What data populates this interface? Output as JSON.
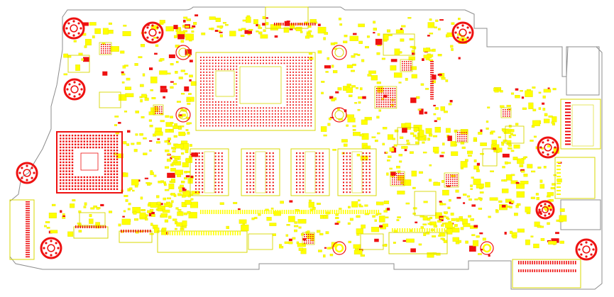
{
  "diagram": {
    "title": "",
    "colors": {
      "background": "#ffffff",
      "outline": "#8c8c8c",
      "component_outline": "#d8d800",
      "pad_yellow": "#ffff00",
      "pad_red": "#ee1111",
      "label_text": "#606060"
    },
    "components": {
      "cpu": {
        "kind": "bga-processor"
      },
      "gpu": {
        "kind": "bga-chip"
      },
      "memory": [
        {
          "kind": "memory-bga"
        },
        {
          "kind": "memory-bga"
        },
        {
          "kind": "memory-bga"
        },
        {
          "kind": "memory-bga"
        }
      ],
      "mounting_holes": 13,
      "connectors": [
        "left-fpc-connector",
        "bottom-fpc-connector",
        "bottom-right-fpc-connector",
        "right-usb-connector",
        "right-io-connector",
        "top-connector"
      ]
    }
  }
}
